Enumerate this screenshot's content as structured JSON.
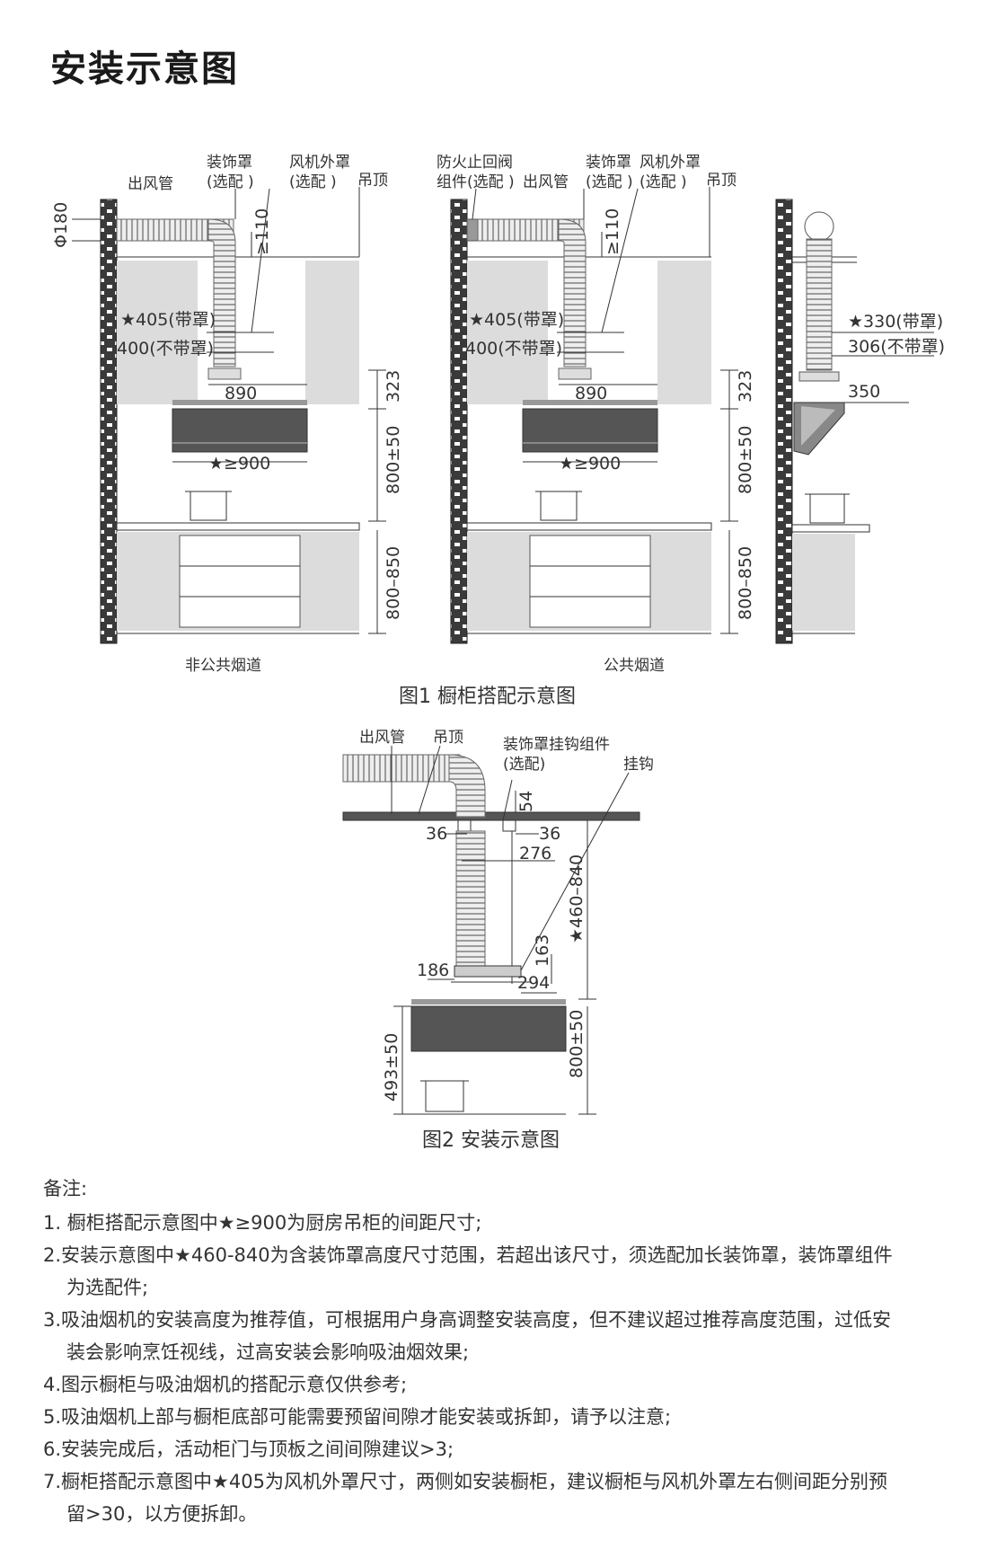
{
  "page_title": "安装示意图",
  "figure1": {
    "caption": "图1 橱柜搭配示意图",
    "left_panel": {
      "sublabel": "非公共烟道",
      "labels": {
        "decor_cover": "装饰罩",
        "decor_cover_opt": "(选配 )",
        "fan_cover": "风机外罩",
        "fan_cover_opt": "(选配 )",
        "outlet_pipe": "出风管",
        "ceiling": "吊顶"
      },
      "dims": {
        "phi": "Φ180",
        "gap": "≥110",
        "w_with": "★405(带罩)",
        "w_without": "400(不带罩)",
        "width": "890",
        "h1": "323",
        "min_width": "★≥900",
        "h2": "800±50",
        "h3": "800–850"
      }
    },
    "middle_panel": {
      "sublabel": "公共烟道",
      "labels": {
        "check_valve": "防火止回阀",
        "check_valve_opt": "组件(选配 )",
        "outlet_pipe": "出风管",
        "decor_cover": "装饰罩",
        "decor_cover_opt": "(选配 )",
        "fan_cover": "风机外罩",
        "fan_cover_opt": "(选配 )",
        "ceiling": "吊顶"
      },
      "dims": {
        "gap": "≥110",
        "w_with": "★405(带罩)",
        "w_without": "400(不带罩)",
        "width": "890",
        "h1": "323",
        "min_width": "★≥900",
        "h2": "800±50",
        "h3": "800–850"
      }
    },
    "right_panel": {
      "dims": {
        "w_with": "★330(带罩)",
        "w_without": "306(不带罩)",
        "depth": "350"
      }
    }
  },
  "figure2": {
    "caption": "图2 安装示意图",
    "labels": {
      "outlet_pipe": "出风管",
      "ceiling": "吊顶",
      "hook_assembly": "装饰罩挂钩组件",
      "hook_assembly_opt": "(选配)",
      "hook": "挂钩"
    },
    "dims": {
      "d54": "54",
      "d36a": "36",
      "d36b": "36",
      "d276": "276",
      "d460": "★460–840",
      "d163": "163",
      "d186": "186",
      "d294": "294",
      "d800": "800±50",
      "d493": "493±50"
    }
  },
  "notes": {
    "heading": "备注:",
    "items": [
      "1. 橱柜搭配示意图中★≥900为厨房吊柜的间距尺寸;",
      "2.安装示意图中★460-840为含装饰罩高度尺寸范围，若超出该尺寸，须选配加长装饰罩，装饰罩组件",
      "为选配件;",
      "3.吸油烟机的安装高度为推荐值，可根据用户身高调整安装高度，但不建议超过推荐高度范围，过低安",
      "装会影响烹饪视线，过高安装会影响吸油烟效果;",
      "4.图示橱柜与吸油烟机的搭配示意仅供参考;",
      "5.吸油烟机上部与橱柜底部可能需要预留间隙才能安装或拆卸，请予以注意;",
      "6.安装完成后，活动柜门与顶板之间间隙建议>3;",
      "7.橱柜搭配示意图中★405为风机外罩尺寸，两侧如安装橱柜，建议橱柜与风机外罩左右侧间距分别预",
      "留>30，以方便拆卸。"
    ]
  },
  "colors": {
    "wall": "#3a3a3a",
    "cabinet": "#dcdcdc",
    "hood": "#555555",
    "line": "#333333"
  }
}
